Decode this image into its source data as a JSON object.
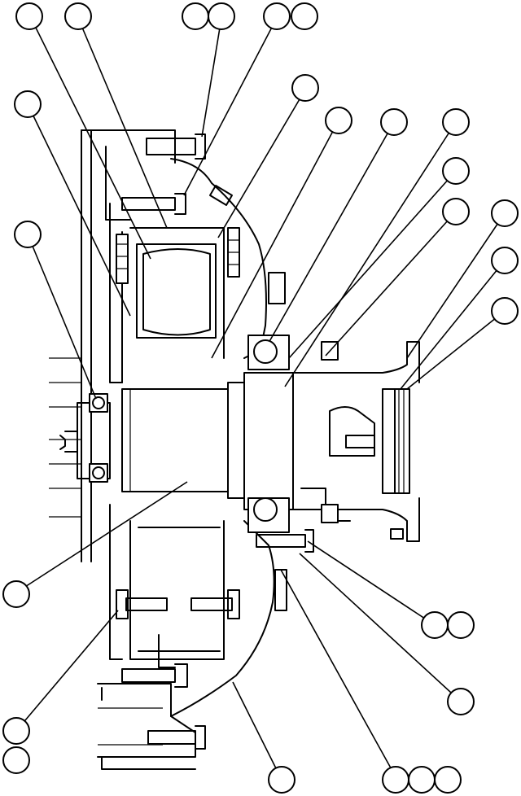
{
  "figure": {
    "kind": "exploded-parts-cross-section",
    "callouts": [
      {
        "id": "c1"
      },
      {
        "id": "c2"
      },
      {
        "id": "c3"
      },
      {
        "id": "c4"
      },
      {
        "id": "c5"
      },
      {
        "id": "c6"
      },
      {
        "id": "c7"
      },
      {
        "id": "c8"
      },
      {
        "id": "c9"
      },
      {
        "id": "c10"
      },
      {
        "id": "c11"
      },
      {
        "id": "c12"
      },
      {
        "id": "c13"
      },
      {
        "id": "c14"
      },
      {
        "id": "c15"
      },
      {
        "id": "c16"
      },
      {
        "id": "c17"
      },
      {
        "id": "c18"
      },
      {
        "id": "c19"
      },
      {
        "id": "c20"
      },
      {
        "id": "c21"
      },
      {
        "id": "c22"
      },
      {
        "id": "c23"
      },
      {
        "id": "c24"
      },
      {
        "id": "c25"
      },
      {
        "id": "c26"
      },
      {
        "id": "c27"
      },
      {
        "id": "c28"
      }
    ],
    "callout_labels_printed": false
  }
}
